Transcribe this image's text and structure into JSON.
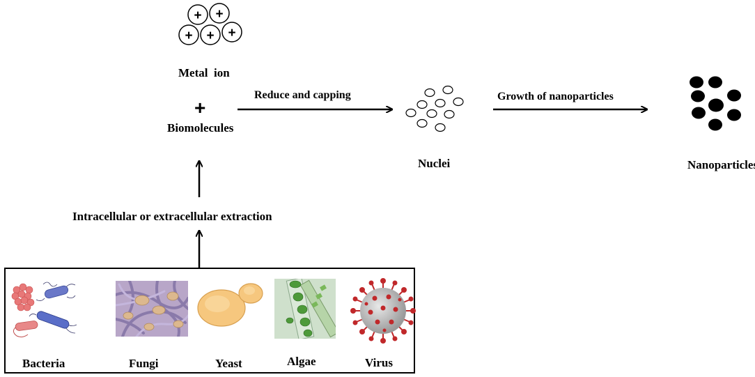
{
  "labels": {
    "metal_ion": "Metal  ion",
    "plus": "+",
    "biomolecules": "Biomolecules",
    "reduce_capping": "Reduce and capping",
    "nuclei": "Nuclei",
    "growth": "Growth of nanoparticles",
    "nanoparticles": "Nanoparticles",
    "extraction": "Intracellular or extracellular extraction"
  },
  "ion_charge_symbol": "+",
  "organisms": [
    {
      "label": "Bacteria",
      "icon": "bacteria-illustration"
    },
    {
      "label": "Fungi",
      "icon": "fungi-micrograph"
    },
    {
      "label": "Yeast",
      "icon": "yeast-cell-illustration"
    },
    {
      "label": "Algae",
      "icon": "algae-micrograph"
    },
    {
      "label": "Virus",
      "icon": "virus-illustration"
    }
  ],
  "colors": {
    "stroke": "#000000",
    "bacteria_red": "#e87878",
    "bacteria_blue": "#5a6ec8",
    "fungi_purple": "#a59ac8",
    "fungi_tan": "#d8b48a",
    "yeast_fill": "#f6c77e",
    "algae_green": "#4e9a3a",
    "virus_red": "#c0282a",
    "virus_gray": "#c8c8c8"
  }
}
